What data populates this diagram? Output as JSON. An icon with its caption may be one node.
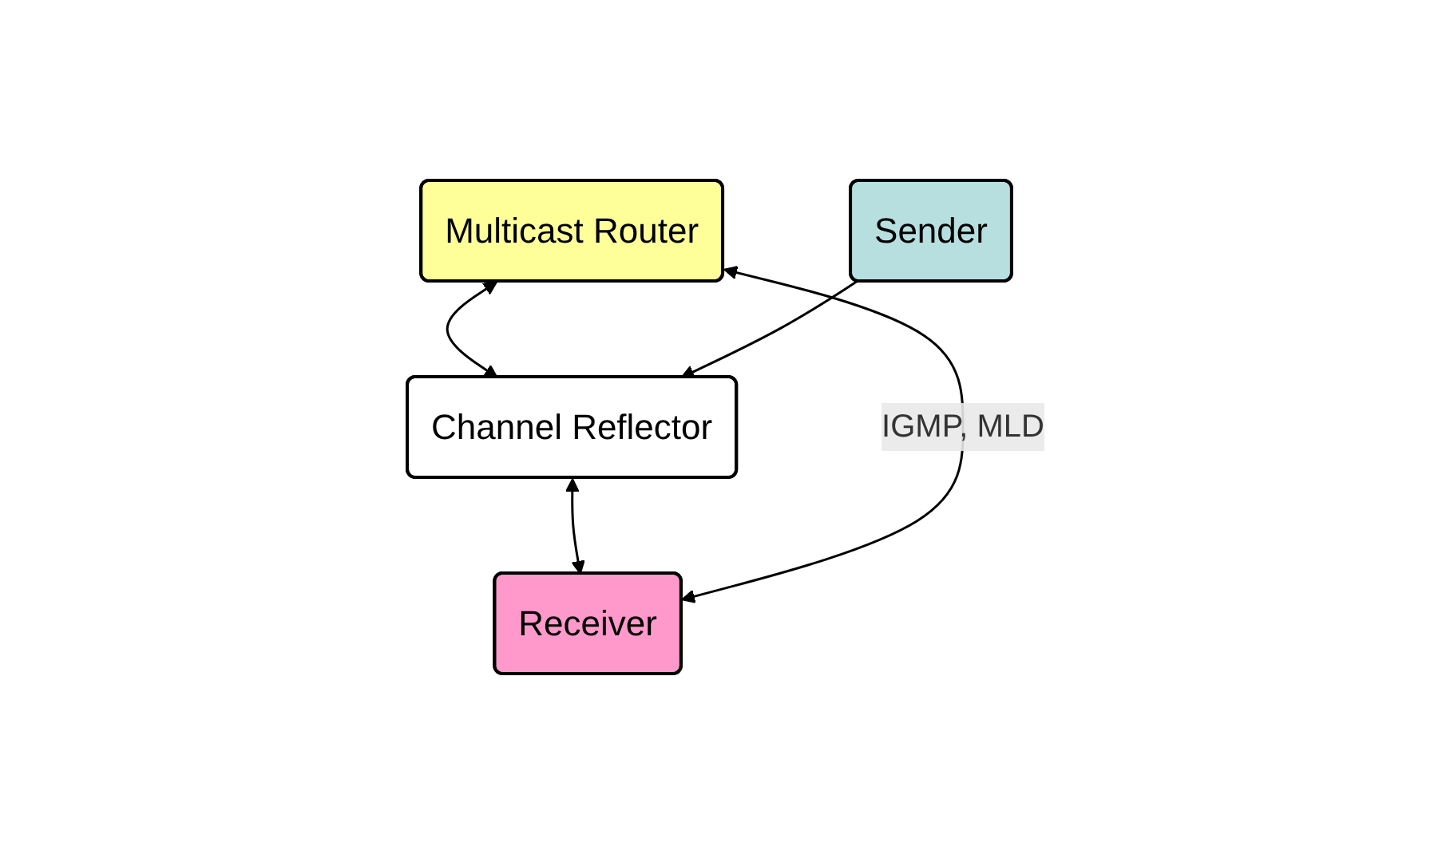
{
  "diagram": {
    "nodes": [
      {
        "text": [
          "Multicast Router"
        ]
      },
      {
        "text": [
          "Channel Reflector"
        ]
      },
      {
        "text": [
          "Sender"
        ]
      },
      {
        "text": [
          "Receiver"
        ]
      }
    ],
    "edges": [
      {
        "from": 0,
        "to": 1,
        "arrow": "both"
      },
      {
        "from": 2,
        "to": 1,
        "arrow": "to"
      },
      {
        "from": 1,
        "to": 3,
        "arrow": "both"
      },
      {
        "from": 0,
        "to": 3,
        "arrow": "both",
        "label": "IGMP, MLD"
      }
    ]
  }
}
